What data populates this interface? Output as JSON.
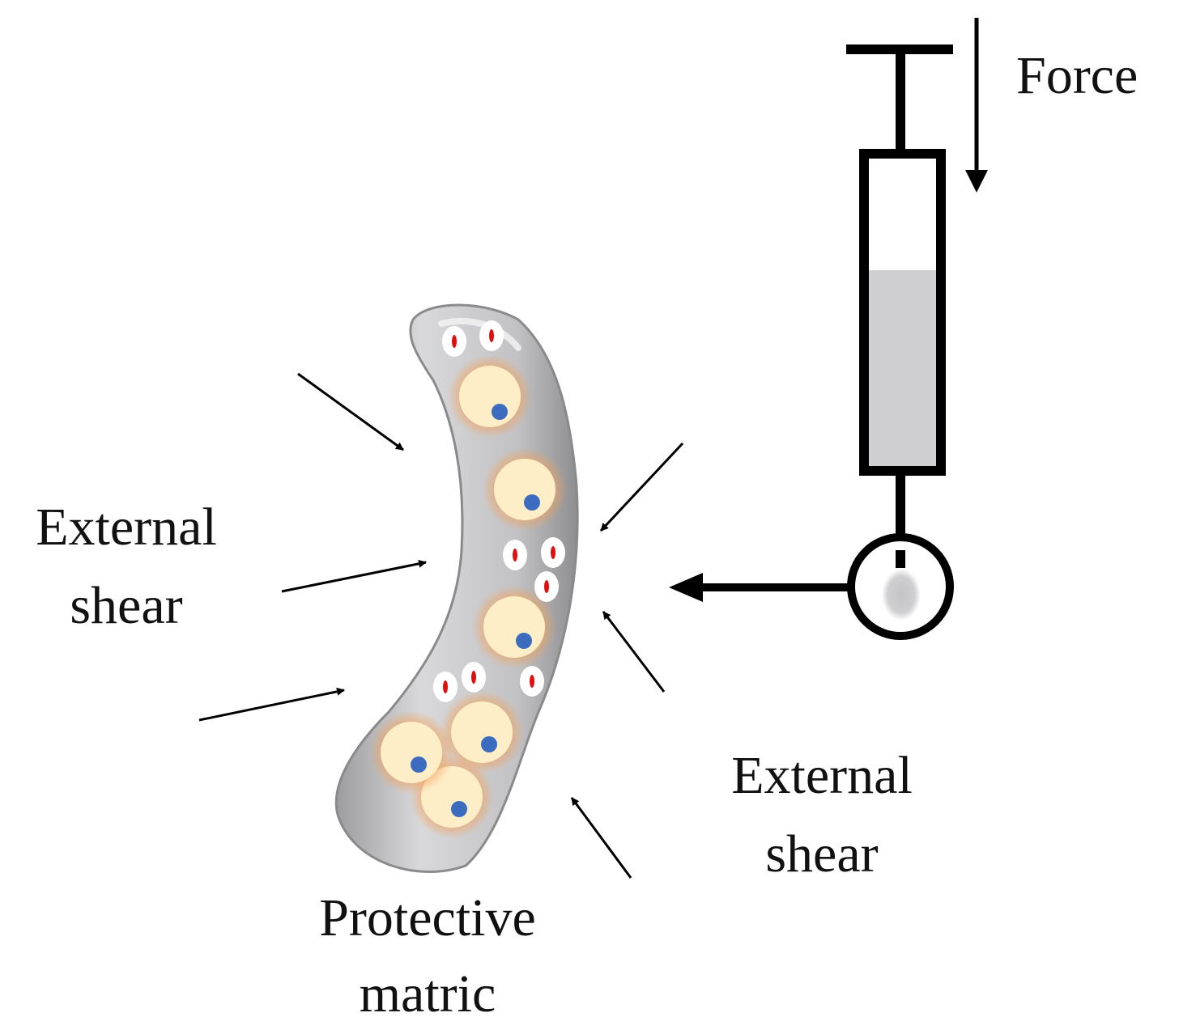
{
  "labels": {
    "force": "Force",
    "shear_left_line1": "External",
    "shear_left_line2": "shear",
    "shear_right_line1": "External",
    "shear_right_line2": "shear",
    "matrix_line1": "Protective",
    "matrix_line2": "matric"
  },
  "icons": {
    "syringe": "syringe-icon",
    "nozzle": "nozzle-icon",
    "cell": "cell-icon",
    "red_cell": "red-blood-cell-icon"
  },
  "colors": {
    "ink": "#000000",
    "syringe_fill": "#cfcfd1",
    "matrix_fill": "#c8c8ca",
    "cell_body": "#fdeec8",
    "cell_halo": "#f2a25c",
    "nucleus": "#3b6cc0",
    "red_mark": "#e01010"
  }
}
